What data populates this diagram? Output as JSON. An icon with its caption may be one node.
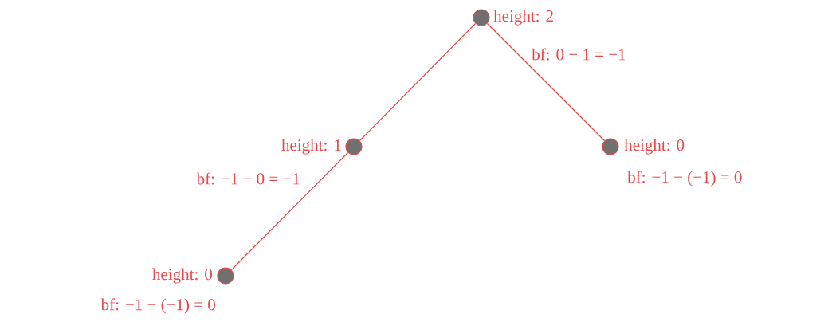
{
  "diagram": {
    "nodes": [
      {
        "text": [],
        "shape": "circle",
        "beside": [
          "height: 2",
          "bf: 0 − 1 = −1"
        ]
      },
      {
        "text": [],
        "shape": "circle",
        "beside": [
          "height: 1",
          "bf: −1 − 0 = −1"
        ]
      },
      {
        "text": [],
        "shape": "circle",
        "beside": [
          "height: 0",
          "bf: −1 − (−1) = 0"
        ]
      },
      {
        "text": [],
        "shape": "circle",
        "beside": [
          "height: 0",
          "bf: −1 − (−1) = 0"
        ]
      }
    ],
    "edges": [
      {
        "from": 0,
        "to": 1,
        "arrow": "none",
        "color": "#e8474a"
      },
      {
        "from": 0,
        "to": 2,
        "arrow": "none",
        "color": "#e8474a"
      },
      {
        "from": 1,
        "to": 3,
        "arrow": "none",
        "color": "#e8474a"
      }
    ]
  }
}
